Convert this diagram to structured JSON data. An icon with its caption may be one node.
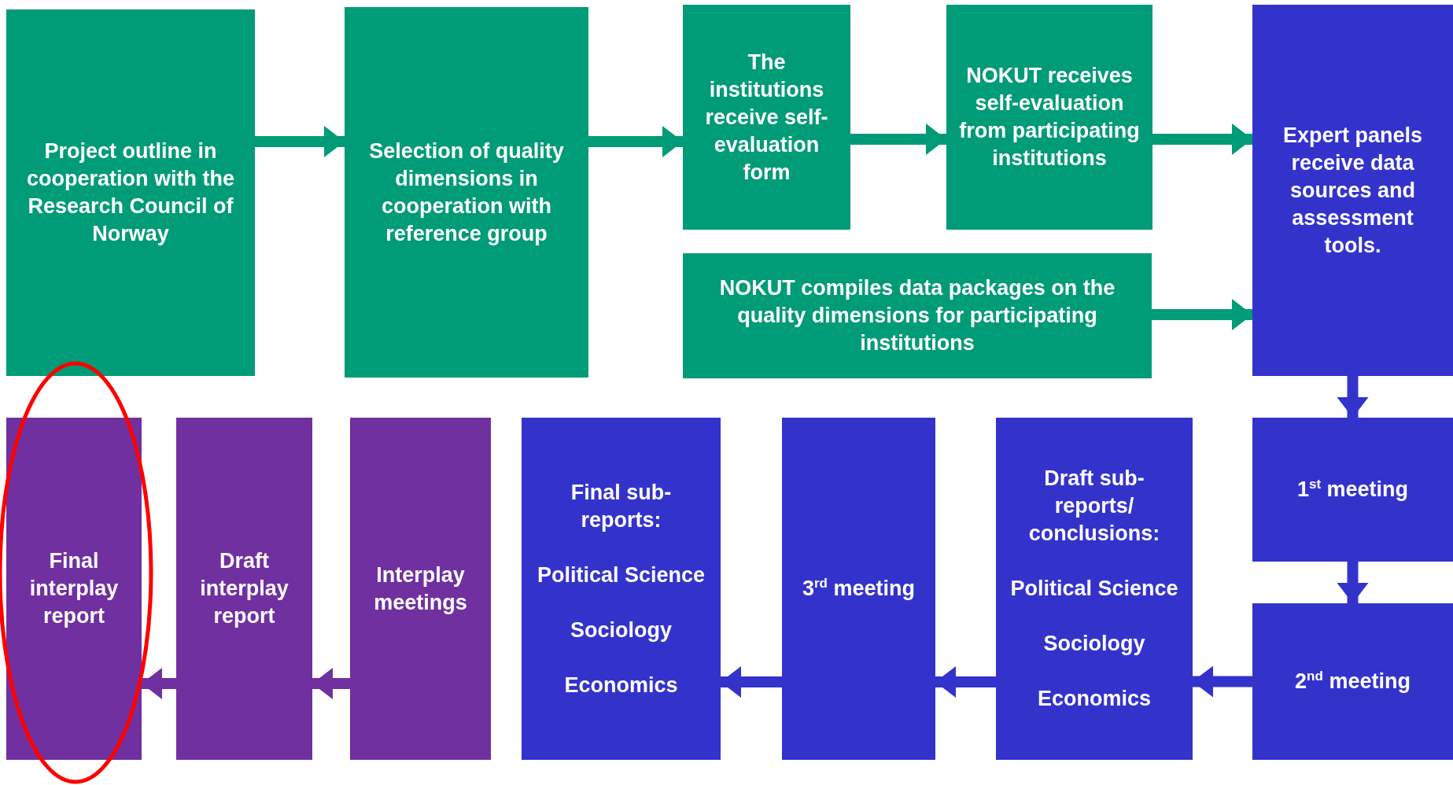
{
  "diagram": {
    "nodes": [
      {
        "text": [
          "Project outline in cooperation with the Research Council of Norway"
        ]
      },
      {
        "text": [
          "Selection of quality dimensions in cooperation with reference group"
        ]
      },
      {
        "text": [
          "The institutions receive self-evaluation form"
        ]
      },
      {
        "text": [
          "NOKUT receives self-evaluation from participating institutions"
        ]
      },
      {
        "text": [
          "NOKUT compiles data packages on the quality dimensions for participating institutions"
        ]
      },
      {
        "text": [
          "Expert panels receive data sources and assessment tools."
        ]
      },
      {
        "text": [
          "1$^{st}$ meeting"
        ]
      },
      {
        "text": [
          "2$^{nd}$ meeting"
        ]
      },
      {
        "text": [
          "Draft sub-reports/ conclusions:",
          "Political Science",
          "Sociology",
          "Economics"
        ]
      },
      {
        "text": [
          "3$^{rd}$ meeting"
        ]
      },
      {
        "text": [
          "Final sub-reports:",
          "Political Science",
          "Sociology",
          "Economics"
        ]
      },
      {
        "text": [
          "Interplay meetings"
        ]
      },
      {
        "text": [
          "Draft interplay report"
        ]
      },
      {
        "text": [
          "Final interplay report"
        ]
      }
    ],
    "edges": [
      {
        "from": 0,
        "to": 1,
        "arrow": "to"
      },
      {
        "from": 1,
        "to": 2,
        "arrow": "to"
      },
      {
        "from": 2,
        "to": 3,
        "arrow": "to"
      },
      {
        "from": 3,
        "to": 5,
        "arrow": "to"
      },
      {
        "from": 4,
        "to": 5,
        "arrow": "to"
      },
      {
        "from": 5,
        "to": 6,
        "arrow": "to",
        "color": "#3333cc"
      },
      {
        "from": 6,
        "to": 7,
        "arrow": "to",
        "color": "#3333cc"
      },
      {
        "from": 7,
        "to": 8,
        "arrow": "to",
        "color": "#3333cc"
      },
      {
        "from": 8,
        "to": 9,
        "arrow": "to",
        "color": "#3333cc"
      },
      {
        "from": 9,
        "to": 10,
        "arrow": "to",
        "color": "#3333cc"
      },
      {
        "from": 11,
        "to": 12,
        "arrow": "to",
        "color": "#7030a0"
      },
      {
        "from": 12,
        "to": 13,
        "arrow": "to",
        "color": "#7030a0"
      }
    ]
  }
}
